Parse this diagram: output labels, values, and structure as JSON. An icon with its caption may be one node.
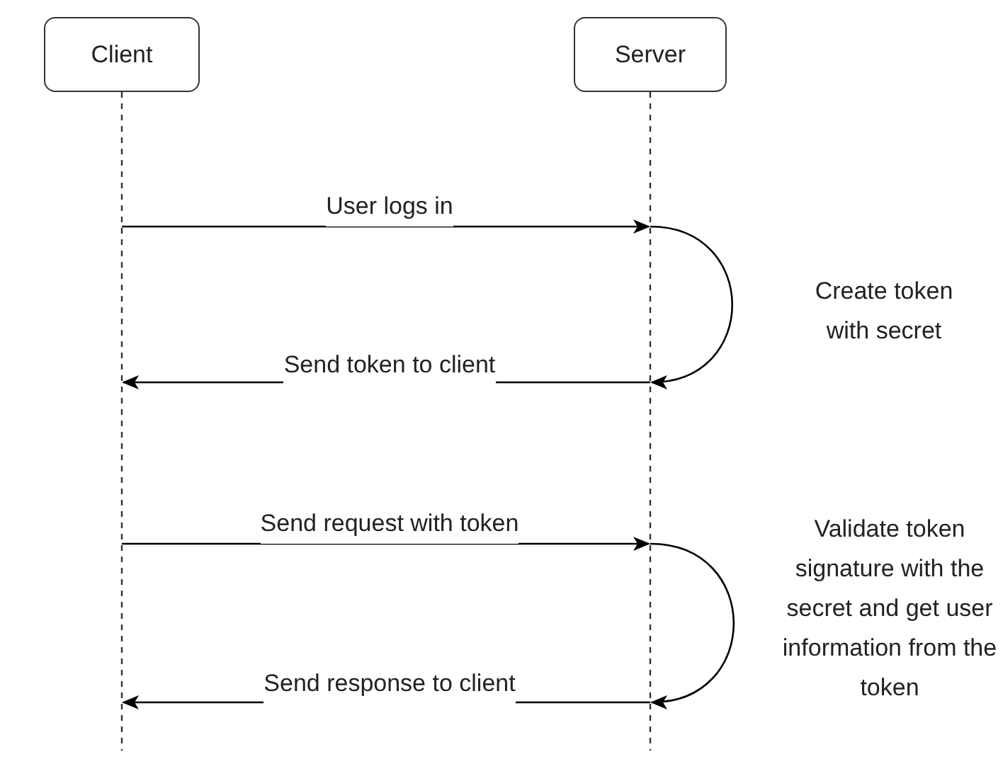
{
  "diagram": {
    "nodes": [
      {
        "text": [
          "Client"
        ]
      },
      {
        "text": [
          "Server"
        ]
      }
    ],
    "edges": [
      {
        "from": 0,
        "to": 1,
        "arrow": "to",
        "label": "User logs in"
      },
      {
        "from": 1,
        "to": 1,
        "arrow": "to",
        "label": "Create token with secret"
      },
      {
        "from": 1,
        "to": 0,
        "arrow": "to",
        "label": "Send token to client"
      },
      {
        "from": 0,
        "to": 1,
        "arrow": "to",
        "label": "Send request with token"
      },
      {
        "from": 1,
        "to": 1,
        "arrow": "to",
        "label": "Validate token signature with the secret and get user information from the token"
      },
      {
        "from": 1,
        "to": 0,
        "arrow": "to",
        "label": "Send response to client"
      }
    ]
  }
}
